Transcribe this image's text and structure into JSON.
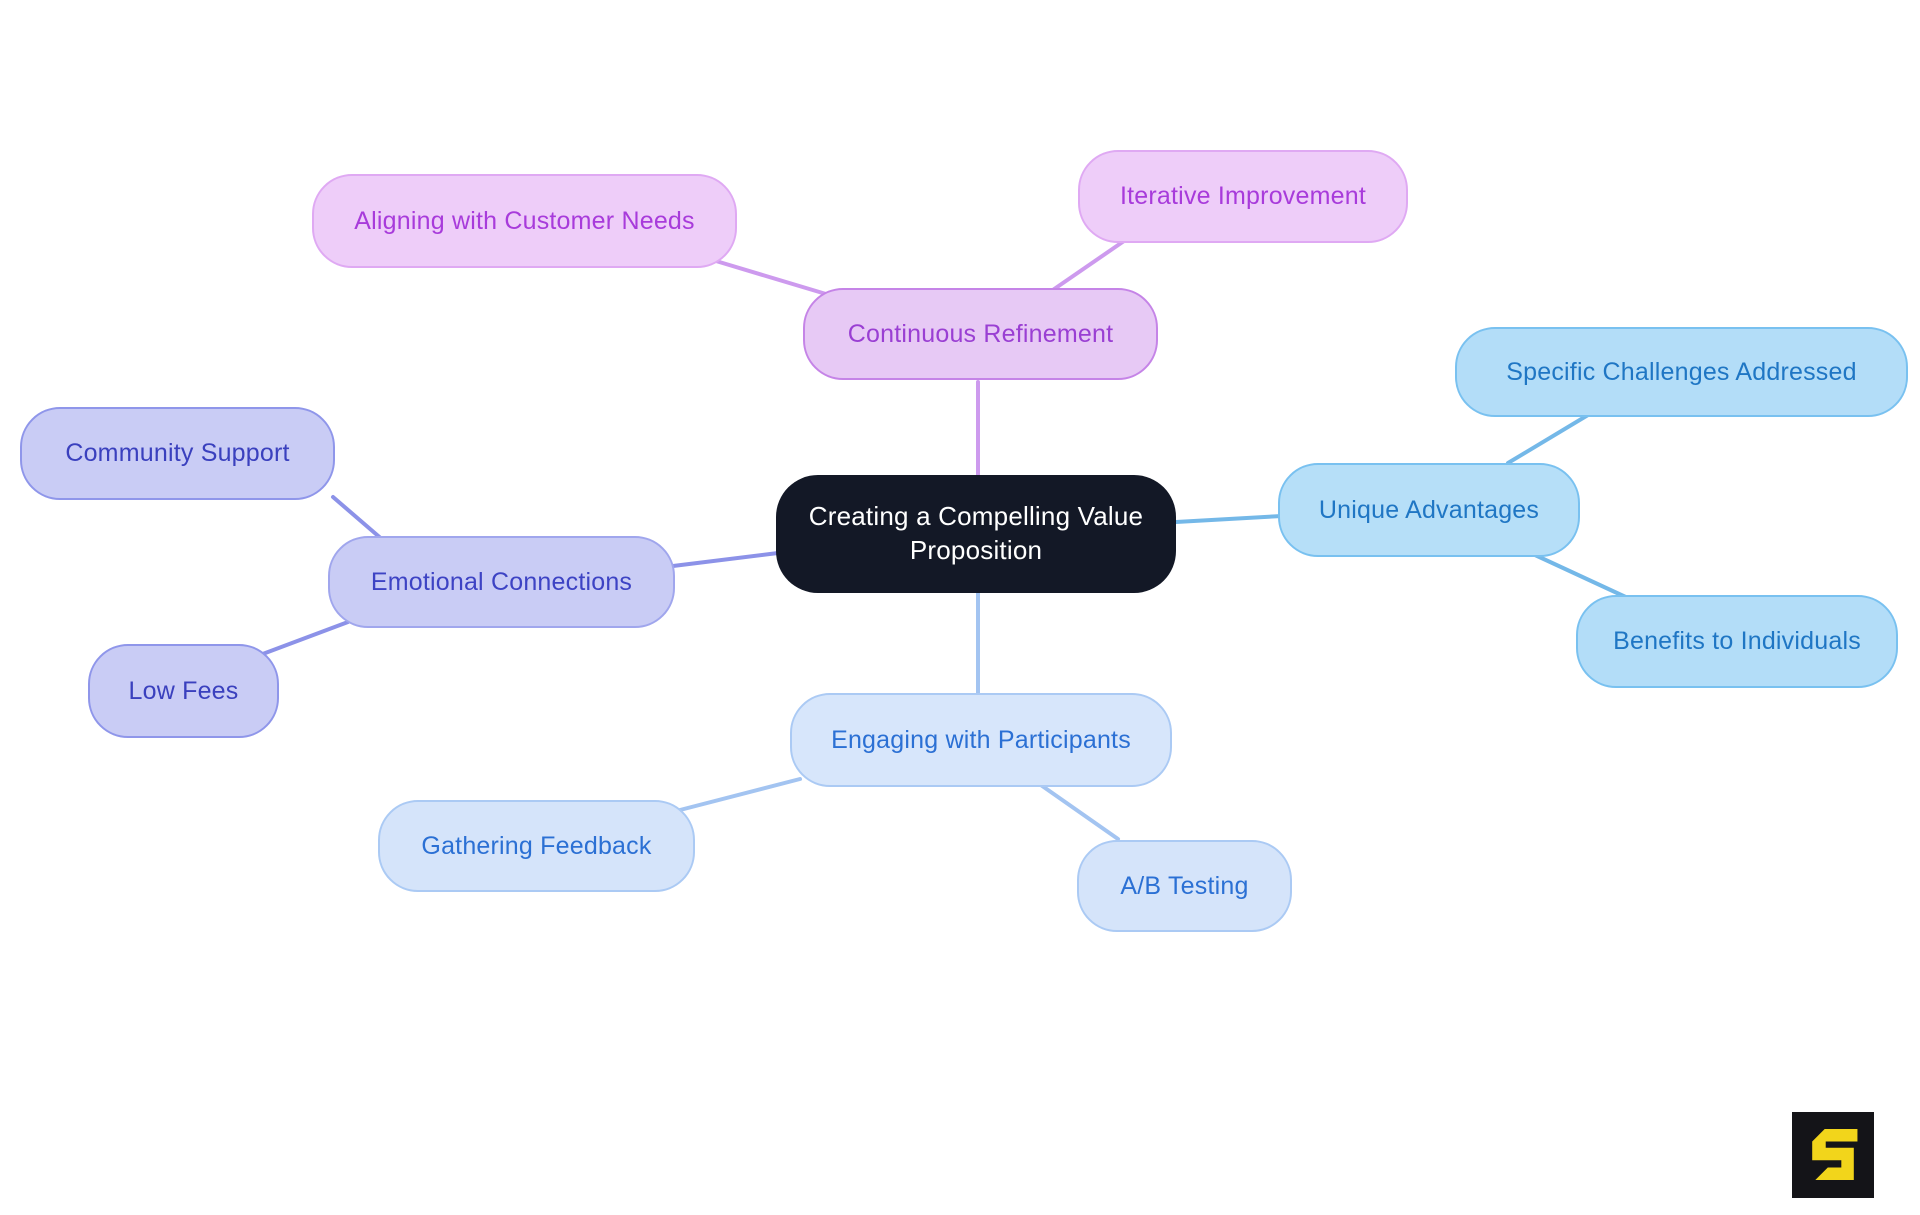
{
  "page": {
    "background": "#ffffff",
    "title": "Mind map: Creating a Compelling Value Proposition"
  },
  "root": {
    "label": "Creating a Compelling Value Proposition",
    "fill": "#131826",
    "text_color": "#ffffff"
  },
  "branches": [
    {
      "id": "continuous-refinement",
      "label": "Continuous Refinement",
      "fill": "#e7c9f5",
      "border": "#c584e7",
      "text_color": "#9a3fd3",
      "edge_color": "#cd9aee",
      "children": [
        {
          "label": "Aligning with Customer Needs"
        },
        {
          "label": "Iterative Improvement"
        }
      ]
    },
    {
      "id": "emotional-connections",
      "label": "Emotional Connections",
      "fill": "#c9ccf5",
      "border": "#a0a6ed",
      "text_color": "#3d43c4",
      "edge_color": "#8c92e8",
      "children": [
        {
          "label": "Community Support"
        },
        {
          "label": "Low Fees"
        }
      ]
    },
    {
      "id": "unique-advantages",
      "label": "Unique Advantages",
      "fill": "#b6dff8",
      "border": "#79c1f0",
      "text_color": "#1f76c4",
      "edge_color": "#74b8e8",
      "children": [
        {
          "label": "Specific Challenges Addressed"
        },
        {
          "label": "Benefits to Individuals"
        }
      ]
    },
    {
      "id": "engaging-with-participants",
      "label": "Engaging with Participants",
      "fill": "#d7e6fb",
      "border": "#abcaf4",
      "text_color": "#2b70d4",
      "edge_color": "#a3c4f1",
      "children": [
        {
          "label": "Gathering Feedback"
        },
        {
          "label": "A/B Testing"
        }
      ]
    }
  ],
  "logo": {
    "letter": "S",
    "bg": "#141418",
    "glyph_color": "#f2d51b"
  }
}
